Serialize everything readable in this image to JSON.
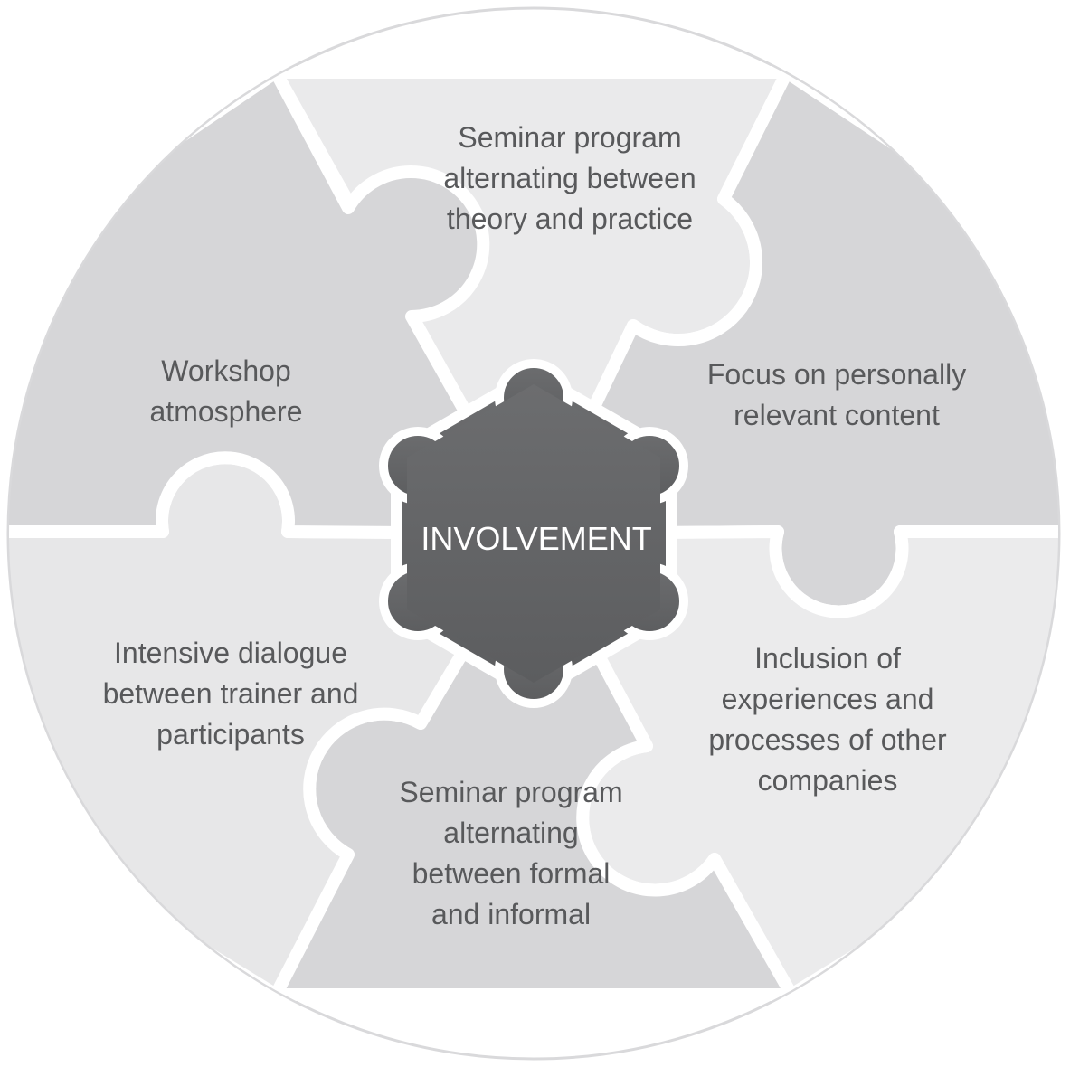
{
  "center": {
    "label": "INVOLVEMENT",
    "fill": "#646567"
  },
  "pieces": [
    {
      "id": "top",
      "label": "Seminar program alternating between theory and practice",
      "fill": "#eaeaeb"
    },
    {
      "id": "upper-right",
      "label": "Focus on personally relevant content",
      "fill": "#d6d6d8"
    },
    {
      "id": "lower-right",
      "label": "Inclusion of experiences and processes of other companies",
      "fill": "#ebebec"
    },
    {
      "id": "bottom",
      "label": "Seminar program alternating between formal and informal",
      "fill": "#d6d6d8"
    },
    {
      "id": "lower-left",
      "label": "Intensive dialogue between trainer and participants",
      "fill": "#e7e7e8"
    },
    {
      "id": "upper-left",
      "label": "Workshop atmosphere",
      "fill": "#d6d6d8"
    }
  ]
}
